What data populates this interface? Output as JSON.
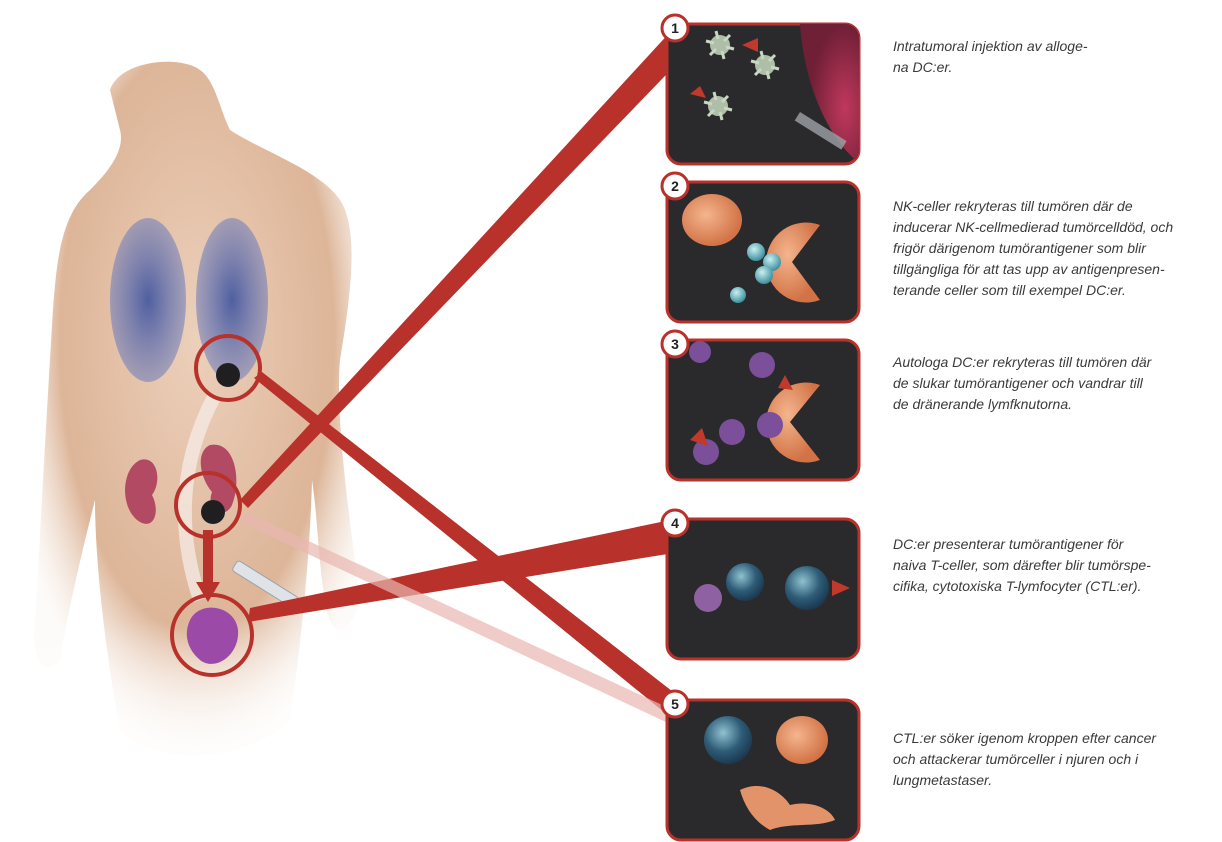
{
  "steps": [
    {
      "number": "1",
      "text": "Intratumoral injektion av alloge-\nna DC:er.",
      "panel_background": "#2b2b2e",
      "panel_accent": "#a8304e"
    },
    {
      "number": "2",
      "text": "NK-celler rekryteras till tumören där de\ninducerar NK-cellmedierad tumörcelldöd, och\nfrigör därigenom tumörantigener som blir\ntillgängliga för att tas upp av antigenpresen-\nterande celler som till exempel DC:er.",
      "panel_background": "#2b2b2e",
      "panel_accent": "#e3936a"
    },
    {
      "number": "3",
      "text": "Autologa DC:er rekryteras till tumören där\nde slukar tumörantigener och vandrar till\nde dränerande lymfknutorna.",
      "panel_background": "#2b2b2e",
      "panel_accent": "#7b4f9a"
    },
    {
      "number": "4",
      "text": "DC:er presenterar tumörantigener för\nnaiva T-celler, som därefter blir tumörspe-\ncifika, cytotoxiska T-lymfocyter (CTL:er).",
      "panel_background": "#8e3f8c",
      "panel_accent": "#c06bbd"
    },
    {
      "number": "5",
      "text": "CTL:er söker igenom kroppen efter cancer\noch attackerar tumörceller i njuren och i\nlungmetastaser.",
      "panel_background": "#2b2b2e",
      "panel_accent": "#e3936a"
    }
  ],
  "colors": {
    "connector_red": "#b8312a",
    "connector_pale": "#e8b7b0",
    "skin": "#e7c6ad",
    "lung": "#4b5b98",
    "kidney": "#b24a64",
    "lymph_node": "#9c4aa8",
    "tumor": "#1f1f22"
  }
}
